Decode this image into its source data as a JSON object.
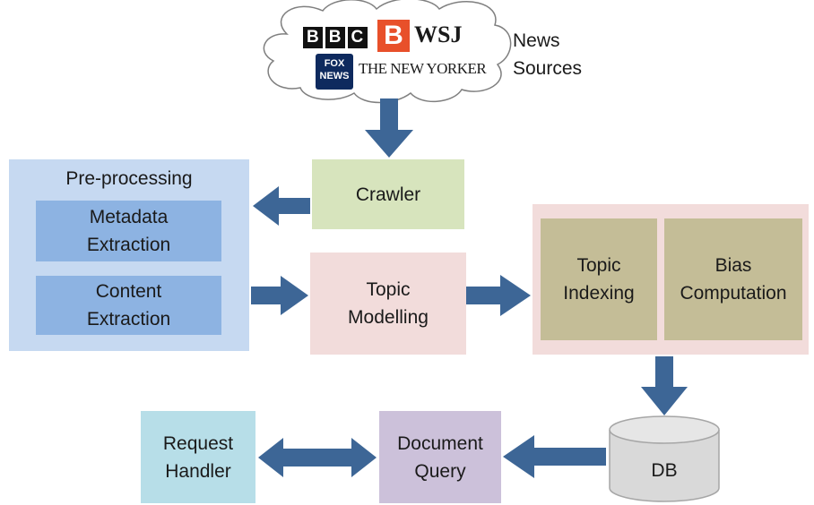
{
  "news_sources": {
    "label": "News\nSources",
    "logos": [
      "BBC",
      "B",
      "WSJ",
      "FOX NEWS",
      "THE NEW YORKER"
    ]
  },
  "crawler": {
    "label": "Crawler"
  },
  "preprocessing": {
    "title": "Pre-processing",
    "metadata": "Metadata\nExtraction",
    "content": "Content\nExtraction"
  },
  "topic_modelling": {
    "label": "Topic\nModelling"
  },
  "topic_indexing": {
    "label": "Topic\nIndexing"
  },
  "bias_computation": {
    "label": "Bias\nComputation"
  },
  "db": {
    "label": "DB"
  },
  "document_query": {
    "label": "Document\nQuery"
  },
  "request_handler": {
    "label": "Request\nHandler"
  },
  "colors": {
    "arrow": "#3d6696",
    "preprocessing_bg": "#c6d9f1",
    "extraction_bg": "#8db3e2",
    "crawler_bg": "#d7e4bd",
    "topic_modelling_bg": "#f2dcdb",
    "analysis_bg": "#c4bd97",
    "db_bg": "#d9d9d9",
    "document_query_bg": "#ccc1da",
    "request_handler_bg": "#b7dee8"
  }
}
